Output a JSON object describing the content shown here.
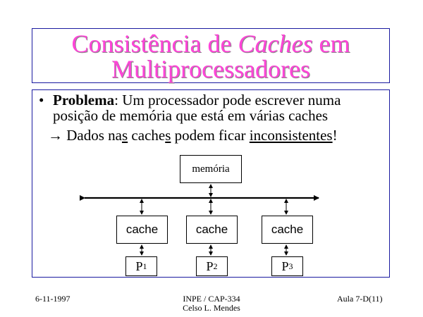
{
  "title": {
    "line1_part1": "Consistência de ",
    "line1_italic": "Caches",
    "line1_part2": " em",
    "line2": "Multiprocessadores"
  },
  "content": {
    "bullet_glyph": "•",
    "bullet_bold": "Problema",
    "bullet_rest_line1": ": Um processador pode escrever numa",
    "bullet_line2": "posição de memória que está em várias caches",
    "arrow_glyph": "→",
    "arrow_seg1": " Dados na",
    "arrow_seg2": "s",
    "arrow_seg3": " cache",
    "arrow_seg4": "s",
    "arrow_seg5": " podem ficar ",
    "arrow_seg6": "inconsistentes",
    "arrow_seg7": "!"
  },
  "diagram": {
    "memory_label": "memória",
    "caches": [
      "cache",
      "cache",
      "cache"
    ],
    "processors": [
      {
        "letter": "P",
        "sub": "1"
      },
      {
        "letter": "P",
        "sub": "2"
      },
      {
        "letter": "P",
        "sub": "3"
      }
    ]
  },
  "footer": {
    "date": "6-11-1997",
    "course_line1": "INPE / CAP-334",
    "course_line2": "Celso L. Mendes",
    "slide": "Aula 7-D(11)"
  },
  "colors": {
    "title_pink": "#ff44d8",
    "box_border": "#1a1aa0"
  }
}
